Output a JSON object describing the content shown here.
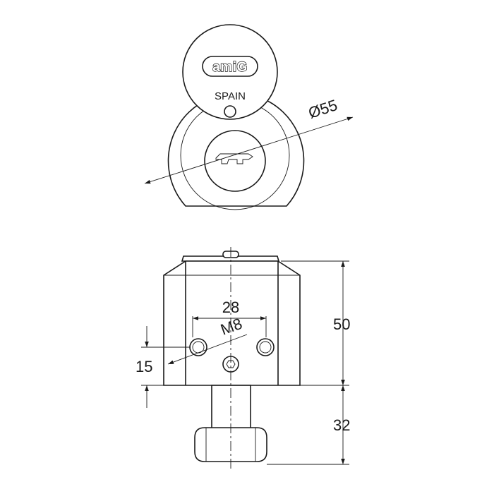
{
  "drawing": {
    "logo": "amiG",
    "origin": "SPAIN",
    "dimensions": {
      "diameter": "Ø55",
      "hole_spacing": "28",
      "thread": "M8",
      "hole_height": "15",
      "body_height": "50",
      "stem_length": "32"
    }
  }
}
